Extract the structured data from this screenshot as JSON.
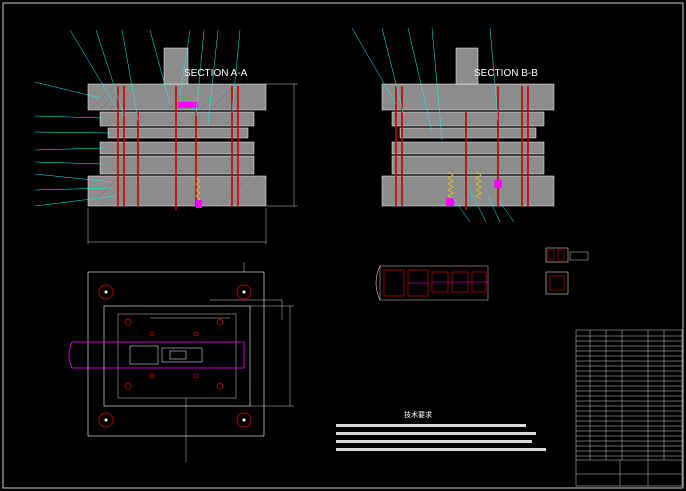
{
  "section_aa": {
    "title": "SECTION A-A"
  },
  "section_bb": {
    "title": "SECTION B-B"
  },
  "notes": {
    "heading": "技术要求"
  },
  "colors": {
    "background": "#000000",
    "plate_gray": "#8c8c8c",
    "outline": "#ffffff",
    "leader_cyan": "#00ffff",
    "part_red": "#cc0000",
    "part_magenta": "#ff00ff",
    "dim_white": "#ffffff",
    "plan_green": "#00cc00"
  }
}
